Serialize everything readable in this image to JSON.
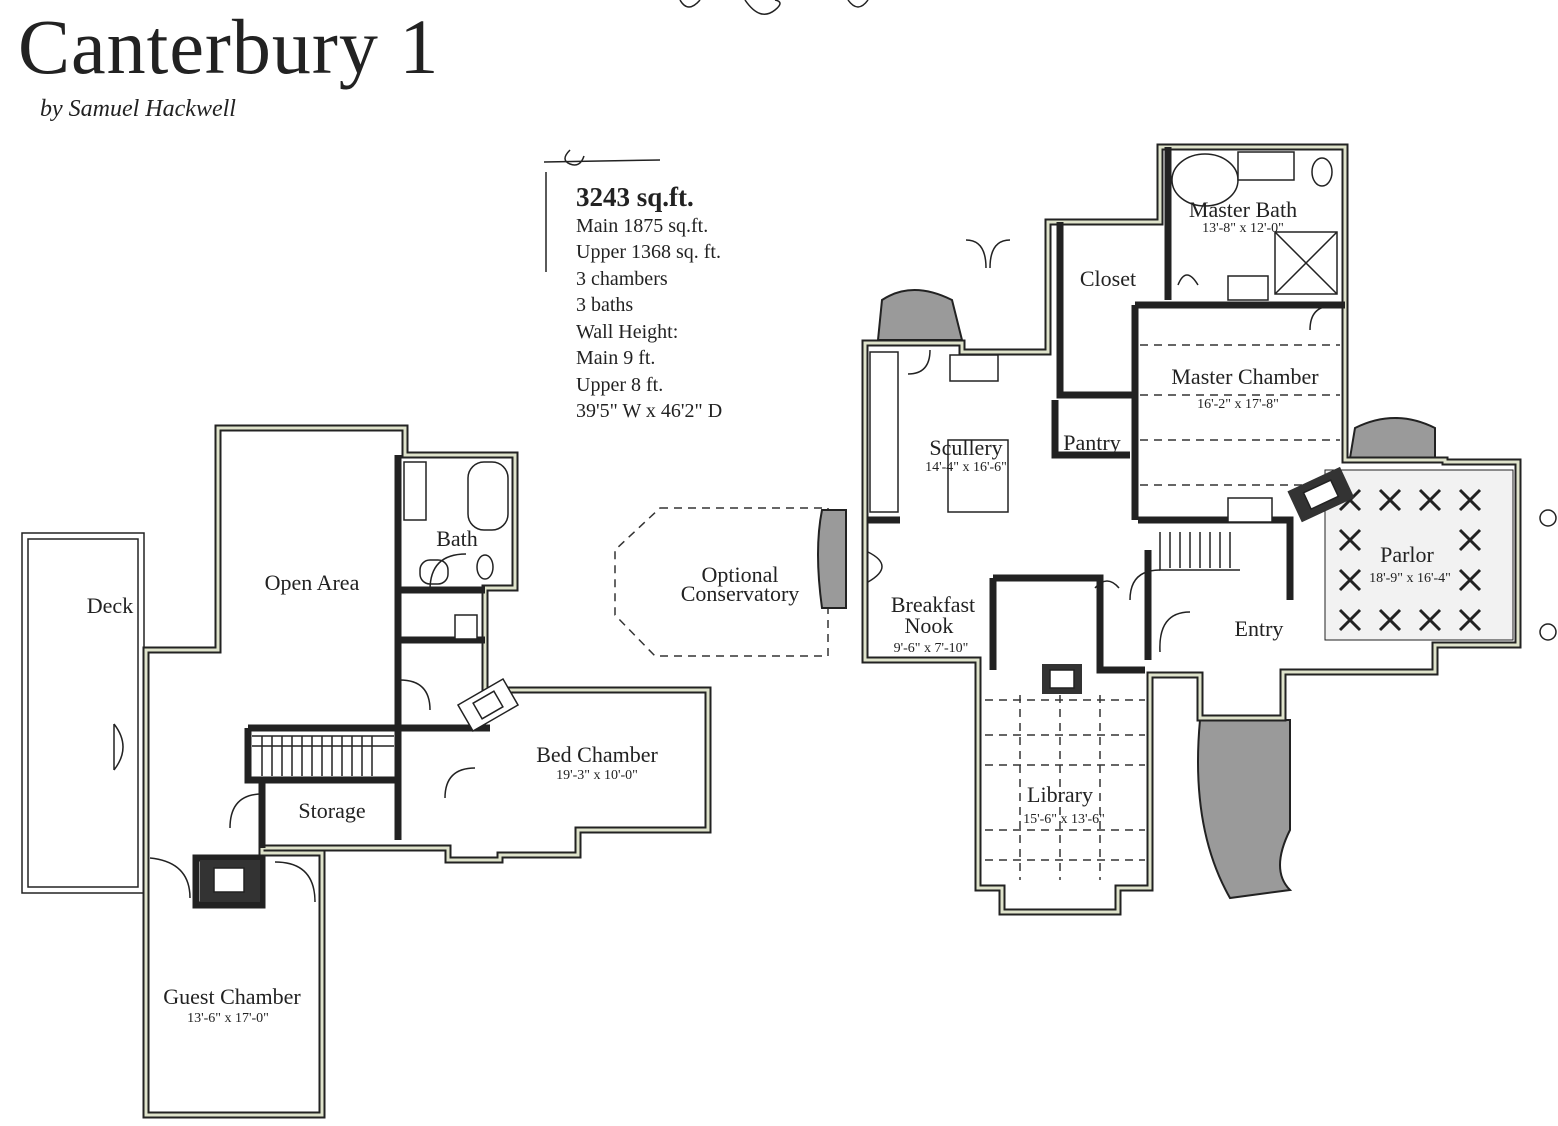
{
  "header": {
    "title": "Canterbury 1",
    "byline": "by Samuel Hackwell"
  },
  "stats": {
    "total": "3243 sq.ft.",
    "lines": [
      "Main 1875 sq.ft.",
      "Upper 1368 sq. ft.",
      "3 chambers",
      "3 baths",
      "Wall Height:",
      "Main 9 ft.",
      "Upper 8 ft.",
      "39'5\" W x 46'2\" D"
    ]
  },
  "upper_floor": {
    "deck": "Deck",
    "open_area": "Open Area",
    "bath": "Bath",
    "bed_chamber": {
      "name": "Bed Chamber",
      "dims": "19'-3\" x 10'-0\""
    },
    "storage": "Storage",
    "guest_chamber": {
      "name": "Guest Chamber",
      "dims": "13'-6\" x 17'-0\""
    }
  },
  "main_floor": {
    "optional_conservatory": [
      "Optional",
      "Conservatory"
    ],
    "master_bath": {
      "name": "Master Bath",
      "dims": "13'-8\" x 12'-0\""
    },
    "closet": "Closet",
    "master_chamber": {
      "name": "Master Chamber",
      "dims": "16'-2\" x 17'-8\""
    },
    "scullery": {
      "name": "Scullery",
      "dims": "14'-4\" x 16'-6\""
    },
    "pantry": "Pantry",
    "parlor": {
      "name": "Parlor",
      "dims": "18'-9\" x 16'-4\""
    },
    "breakfast_nook": {
      "name": [
        "Breakfast",
        "Nook"
      ],
      "dims": "9'-6\" x 7'-10\""
    },
    "entry": "Entry",
    "library": {
      "name": "Library",
      "dims": "15'-6\" x 13'-6\""
    }
  }
}
